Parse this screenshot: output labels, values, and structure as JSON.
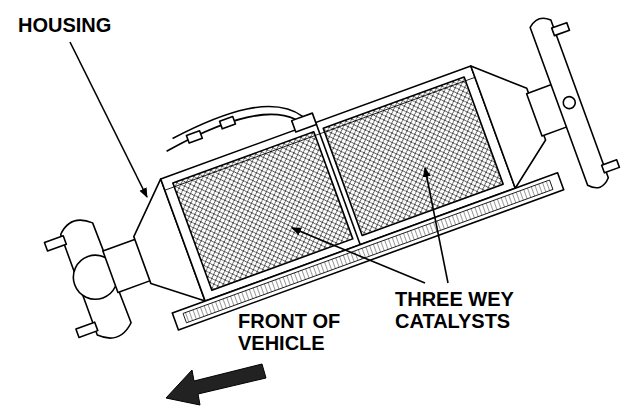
{
  "diagram": {
    "labels": [
      "HOUSING",
      "THREE WEY CATALYSTS",
      "FRONT OF VEHICLE"
    ]
  }
}
